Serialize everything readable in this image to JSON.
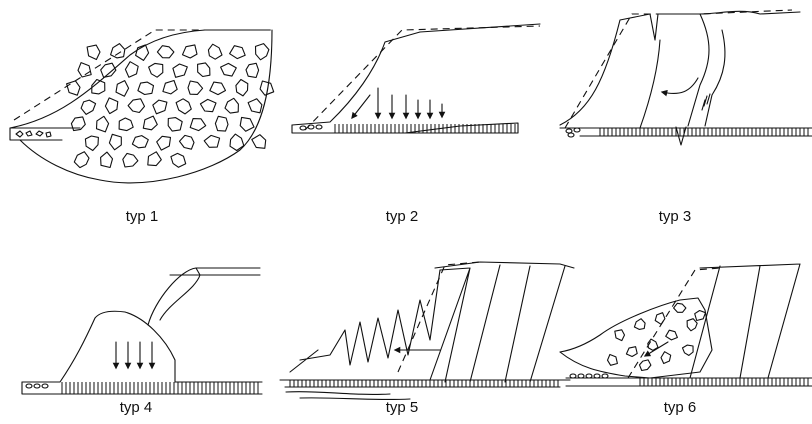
{
  "panels": [
    {
      "label": "typ 1"
    },
    {
      "label": "typ 2"
    },
    {
      "label": "typ 3"
    },
    {
      "label": "typ 4"
    },
    {
      "label": "typ 5"
    },
    {
      "label": "typ 6"
    }
  ],
  "colors": {
    "line": "#111111",
    "background": "#ffffff"
  }
}
